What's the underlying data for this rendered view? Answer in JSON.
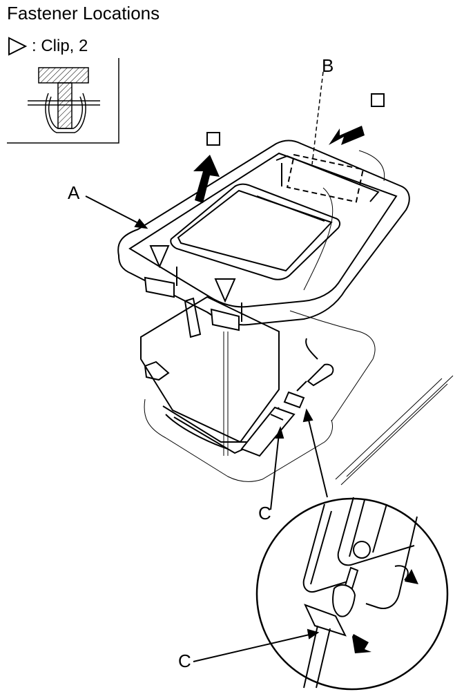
{
  "title": "Fastener Locations",
  "legend": {
    "symbol": "clip-triangle-icon",
    "text": ": Clip, 2"
  },
  "callouts": {
    "a": "A",
    "b": "B",
    "c_upper": "C",
    "c_lower": "C"
  },
  "colors": {
    "line": "#000000",
    "fill": "#ffffff",
    "hatch": "#000000"
  }
}
